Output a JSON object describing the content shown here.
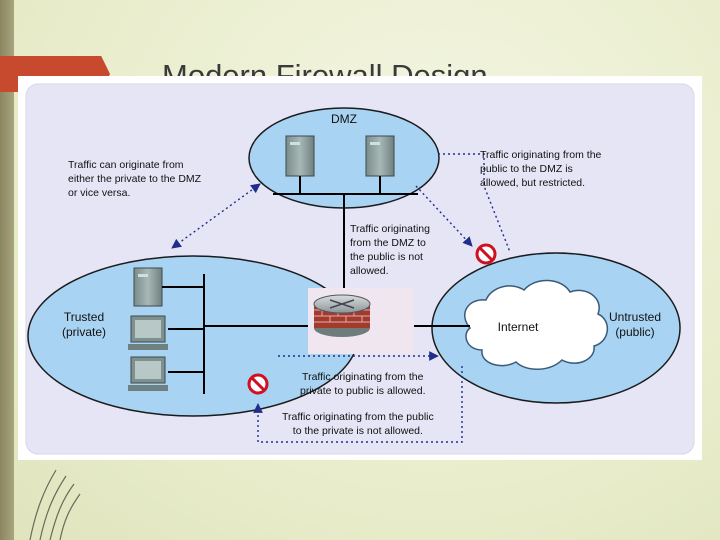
{
  "slide": {
    "title": "Modern Firewall Design"
  },
  "zones": {
    "dmz": "DMZ",
    "trusted": "Trusted\n(private)",
    "untrusted": "Untrusted\n(public)",
    "internet": "Internet"
  },
  "notes": {
    "private_dmz": "Traffic can originate from\neither the private to the DMZ\nor vice versa.",
    "public_dmz": "Traffic originating from the\npublic to the DMZ is\nallowed, but restricted.",
    "dmz_public": "Traffic originating\nfrom the DMZ to\nthe public is not\nallowed.",
    "private_public": "Traffic originating from the\nprivate to public is allowed.",
    "public_private": "Traffic originating from the public\nto the private is not allowed."
  },
  "colors": {
    "panel": "#e5e5f6",
    "zone_fill": "#a9d3f2",
    "zone_stroke": "#1b1b1b",
    "accent_red": "#c84a2e",
    "deny_red": "#d01020",
    "arrow_blue": "#1f2e8a"
  }
}
